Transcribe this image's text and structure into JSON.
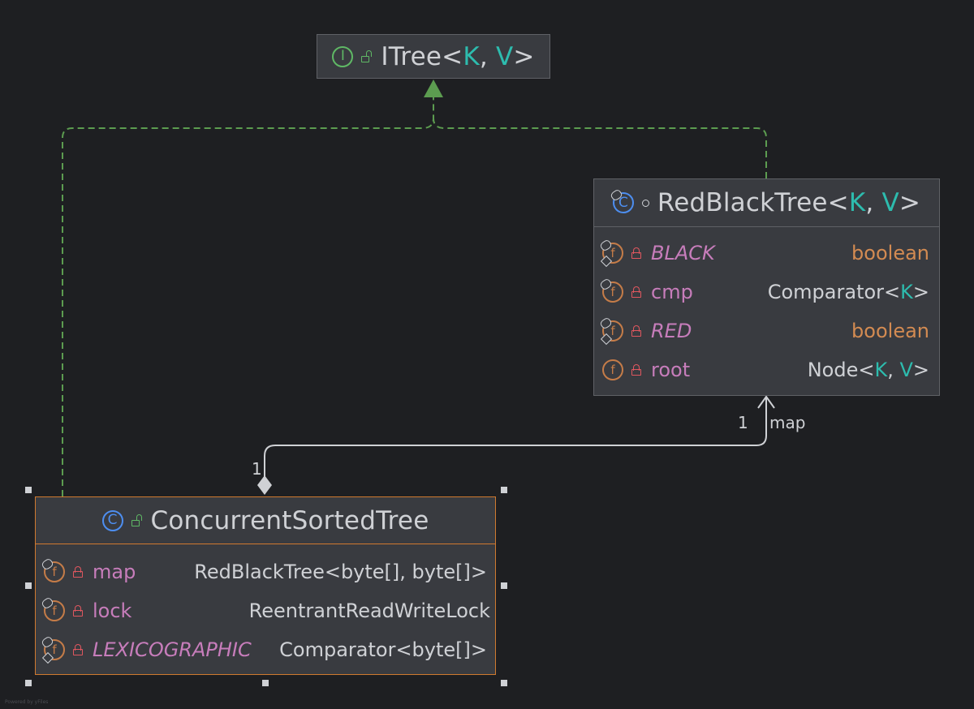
{
  "nodes": {
    "itree": {
      "kind": "interface",
      "badge_letter": "I",
      "name": "ITree",
      "type_params": [
        "K",
        "V"
      ]
    },
    "redblacktree": {
      "kind": "class",
      "badge_letter": "C",
      "name": "RedBlackTree",
      "type_params": [
        "K",
        "V"
      ],
      "fields": [
        {
          "name": "BLACK",
          "type": "boolean",
          "static": true
        },
        {
          "name": "cmp",
          "type_base": "Comparator",
          "type_args": [
            "K"
          ],
          "static": false
        },
        {
          "name": "RED",
          "type": "boolean",
          "static": true
        },
        {
          "name": "root",
          "type_base": "Node",
          "type_args": [
            "K",
            "V"
          ],
          "static": false
        }
      ]
    },
    "concurrentsortedtree": {
      "kind": "class",
      "badge_letter": "C",
      "name": "ConcurrentSortedTree",
      "fields": [
        {
          "name": "map",
          "type_text": "RedBlackTree<byte[], byte[]>",
          "static": false
        },
        {
          "name": "lock",
          "type": "ReentrantReadWriteLock",
          "static": false
        },
        {
          "name": "LEXICOGRAPHIC",
          "type_text": "Comparator<byte[]>",
          "static": true
        }
      ]
    }
  },
  "field_badge_letter": "f",
  "edges": {
    "association": {
      "role": "map",
      "source_multiplicity": "1",
      "target_multiplicity": "1"
    }
  },
  "watermark": "Powered by yFiles",
  "colors": {
    "background": "#1e1f22",
    "node_fill": "#393b40",
    "selection": "#d0792f",
    "realization_edge": "#5c9c50",
    "association_edge": "#cfd1d5",
    "type_param": "#2dbcae",
    "keyword": "#d38b52",
    "field_name": "#c77dbb"
  }
}
